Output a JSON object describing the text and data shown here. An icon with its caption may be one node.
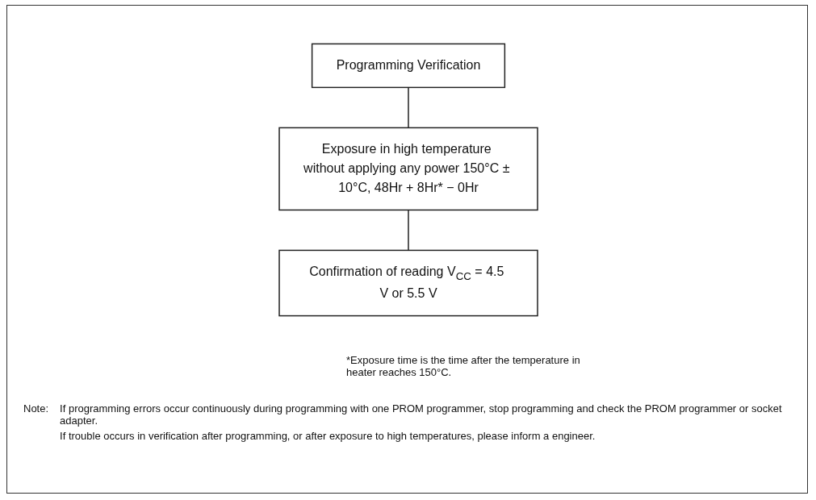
{
  "diagram": {
    "nodes": [
      {
        "text": [
          "Programming Verification"
        ]
      },
      {
        "text": [
          "Exposure in high temperature without applying any power 150°C ± 10°C, 48Hr + 8Hr* − 0Hr"
        ]
      },
      {
        "text": [
          "Confirmation of reading V$_{CC}$ = 4.5 V or 5.5 V"
        ]
      }
    ],
    "edges": [
      {
        "from": 0,
        "to": 1,
        "arrow": "none"
      },
      {
        "from": 1,
        "to": 2,
        "arrow": "none"
      }
    ],
    "labels": [
      "*Exposure time is the time after the temperature in heater reaches 150°C.",
      "Note:",
      "If programming errors occur continuously during programming with one PROM programmer, stop programming and check the PROM programmer or socket adapter.",
      "If trouble occurs in verification after programming, or after exposure to high temperatures, please inform a engineer."
    ]
  }
}
